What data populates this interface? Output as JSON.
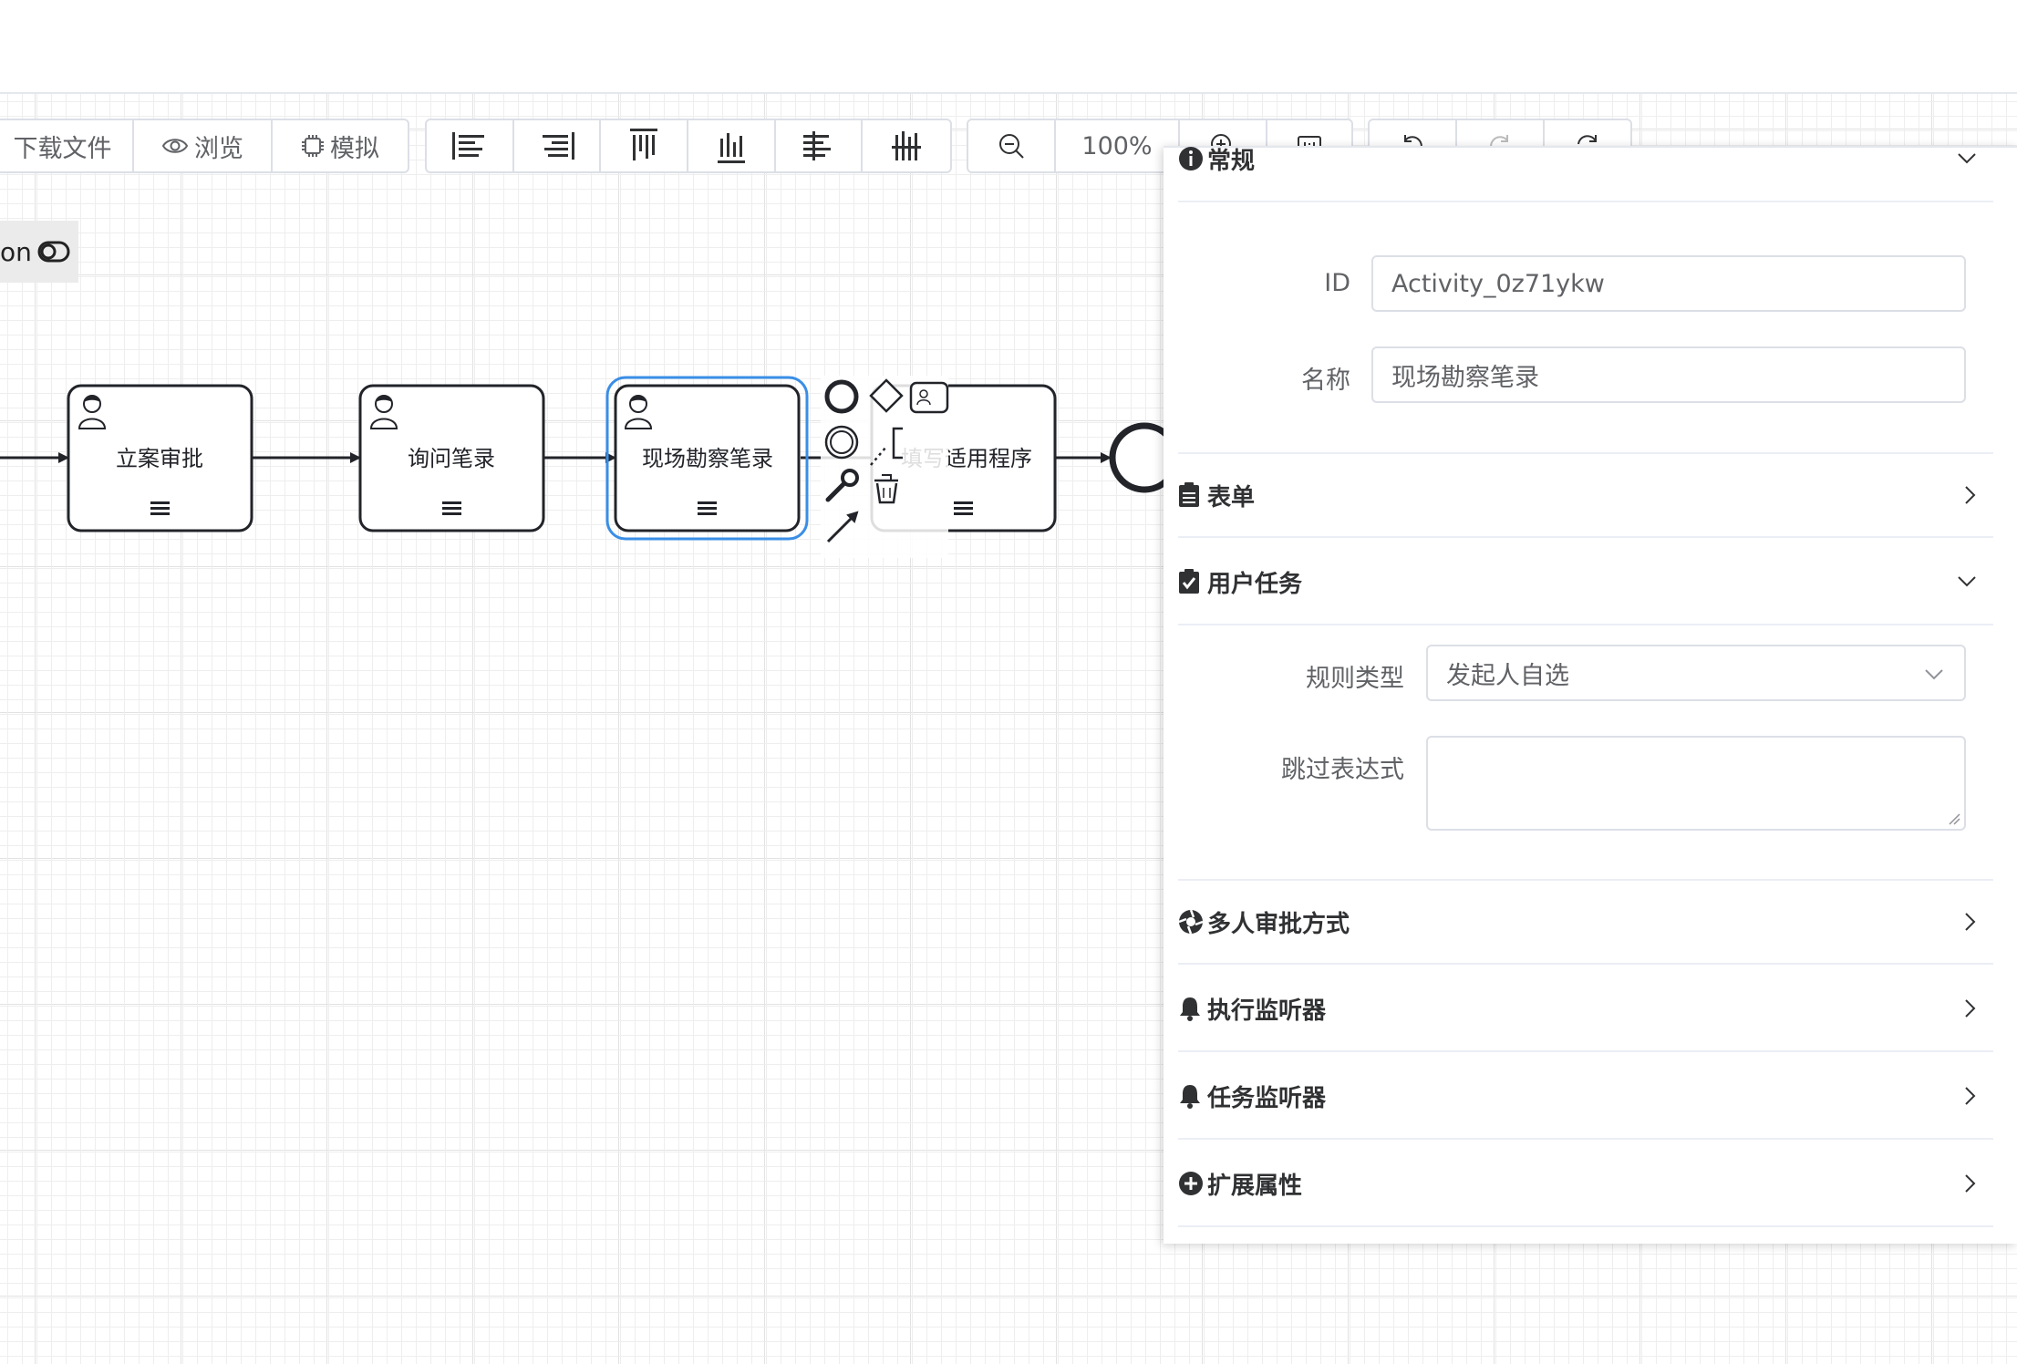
{
  "toolbar": {
    "file_group": {
      "download": "下载文件",
      "preview": "浏览",
      "simulate": "模拟"
    },
    "zoom_level": "100%"
  },
  "toggle": {
    "label": "on"
  },
  "diagram": {
    "tasks": [
      {
        "label": "立案审批"
      },
      {
        "label": "询问笔录"
      },
      {
        "label": "现场勘察笔录"
      },
      {
        "label": "填写适用程序"
      }
    ]
  },
  "panel": {
    "general": {
      "title": "常规",
      "id_label": "ID",
      "id_value": "Activity_0z71ykw",
      "name_label": "名称",
      "name_value": "现场勘察笔录"
    },
    "form": {
      "title": "表单"
    },
    "user_task": {
      "title": "用户任务",
      "rule_type_label": "规则类型",
      "rule_type_value": "发起人自选",
      "skip_expression_label": "跳过表达式",
      "skip_expression_value": ""
    },
    "multi_instance": {
      "title": "多人审批方式"
    },
    "execution_listener": {
      "title": "执行监听器"
    },
    "task_listener": {
      "title": "任务监听器"
    },
    "extension_properties": {
      "title": "扩展属性"
    }
  },
  "colors": {
    "selection": "#3a8ee6",
    "border": "#dcdfe6",
    "text": "#303133",
    "muted_text": "#606266"
  }
}
